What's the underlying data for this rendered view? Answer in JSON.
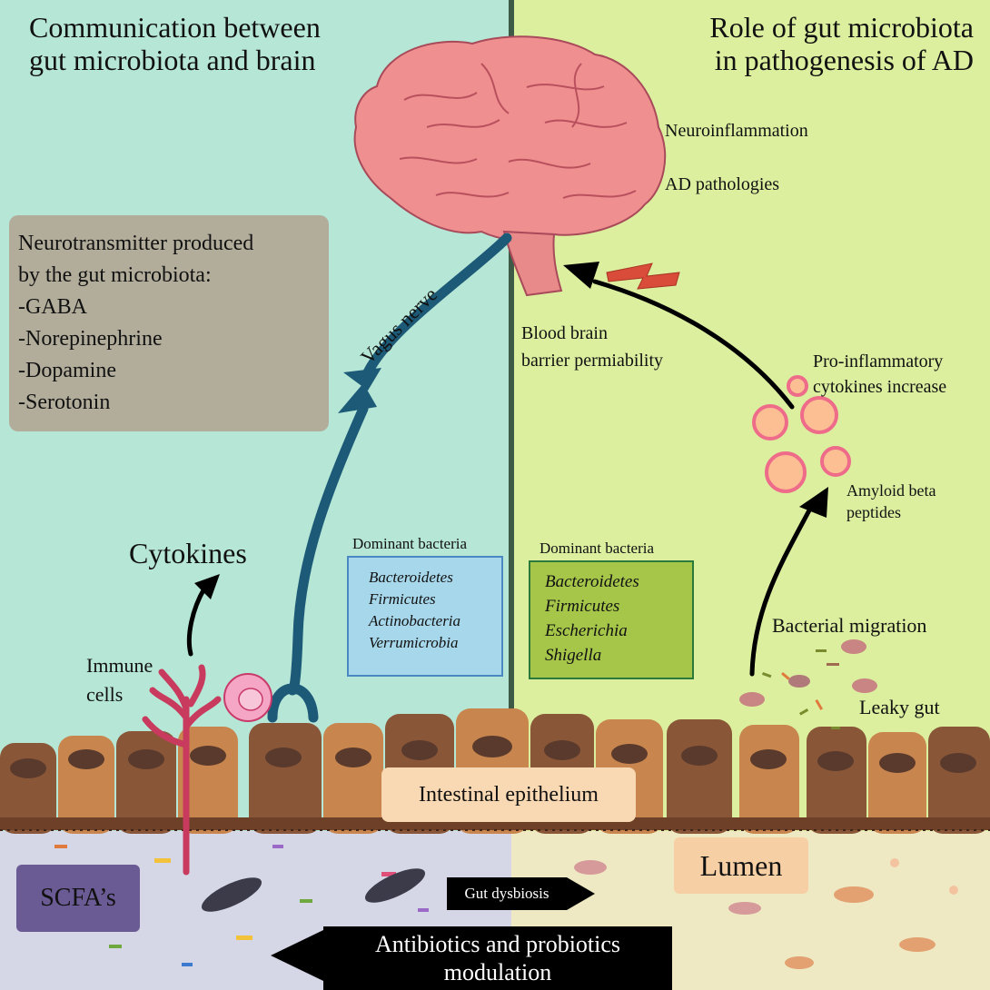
{
  "titles": {
    "left": [
      "Communication between",
      "gut microbiota and brain"
    ],
    "right": [
      "Role of gut microbiota",
      "in pathogenesis of AD"
    ]
  },
  "brain_effects": [
    "Neuroinflammation",
    "AD pathologies"
  ],
  "neurotransmitters": {
    "heading_lines": [
      "Neurotransmitter produced",
      "by the gut microbiota:"
    ],
    "items": [
      "-GABA",
      "-Norepinephrine",
      "-Dopamine",
      "-Serotonin"
    ]
  },
  "vagus_nerve": "Vagus nerve",
  "bbb": [
    "Blood brain",
    "barrier permiability"
  ],
  "proinflammatory": [
    "Pro-inflammatory",
    "cytokines increase"
  ],
  "amyloid": [
    "Amyloid beta",
    "peptides"
  ],
  "cytokines": "Cytokines",
  "immune_cells": [
    "Immune",
    "cells"
  ],
  "bacteria_left": {
    "title": "Dominant bacteria",
    "items": [
      "Bacteroidetes",
      "Firmicutes",
      "Actinobacteria",
      "Verrumicrobia"
    ]
  },
  "bacteria_right": {
    "title": "Dominant bacteria",
    "items": [
      "Bacteroidetes",
      "Firmicutes",
      "Escherichia",
      "Shigella"
    ]
  },
  "bacterial_migration": "Bacterial migration",
  "leaky_gut": "Leaky gut",
  "intestinal_epithelium": "Intestinal epithelium",
  "lumen": "Lumen",
  "scfa": "SCFA’s",
  "gut_dysbiosis": "Gut dysbiosis",
  "antibiotics": [
    "Antibiotics and probiotics",
    "modulation"
  ],
  "colors": {
    "left_panel": "#b6e6d6",
    "right_panel": "#dcef9f",
    "brain": "#ef8f8f",
    "nerve": "#1d5a78",
    "cell_dark": "#8a5638",
    "cell_light": "#c8864e"
  }
}
